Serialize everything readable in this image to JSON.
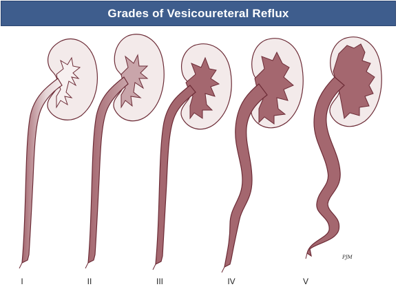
{
  "title": "Grades of Vesicoureteral Reflux",
  "grades": [
    {
      "label": "I"
    },
    {
      "label": "II"
    },
    {
      "label": "III"
    },
    {
      "label": "IV"
    },
    {
      "label": "V"
    }
  ],
  "artist_initials": "PJM",
  "colors": {
    "title_bar": "#3e5d8d",
    "outline": "#6b2a35",
    "kidney_fill": "#f3eaea",
    "reflux_fill": "#a4676f",
    "light_reflux_fill": "#efe6e7"
  }
}
